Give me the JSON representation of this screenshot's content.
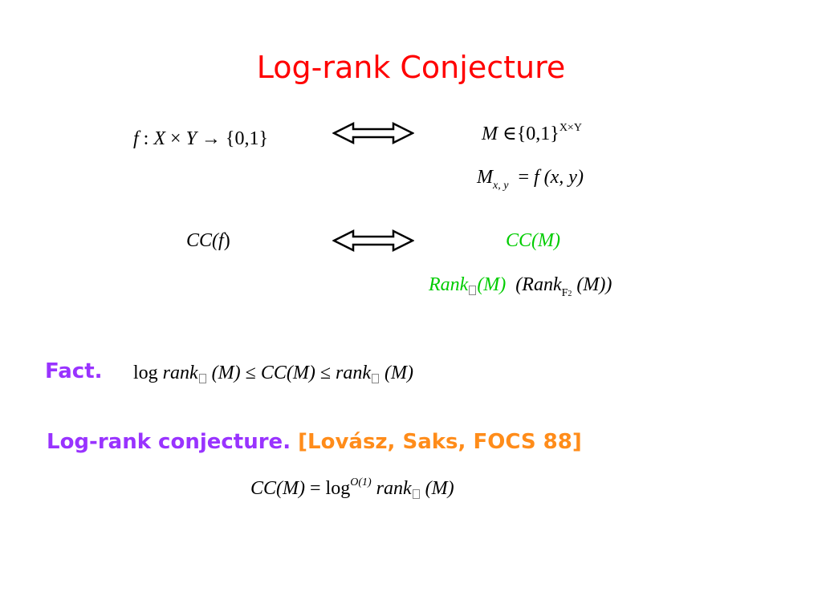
{
  "title": "Log-rank Conjecture",
  "colors": {
    "title": "#ff0000",
    "green": "#00cc00",
    "purple": "#9933ff",
    "orange": "#ff8c1a"
  },
  "row1": {
    "left": {
      "f": "f",
      "colon": ":",
      "X": "X",
      "times": "×",
      "Y": "Y",
      "arrow": "→",
      "set": "{0,1}"
    },
    "right": {
      "M": "M",
      "in": "∈",
      "set": "{0,1}",
      "exp": "X×Y"
    },
    "entry": {
      "M": "M",
      "sub": "x, y",
      "eq": "=",
      "f": "f",
      "args": "(x, y)"
    }
  },
  "row2": {
    "left": {
      "cc": "CC(",
      "f": "f",
      "close": ")"
    },
    "right": {
      "cc": "CC(M)"
    },
    "rank": {
      "rank": "Rank",
      "arg": "(M)",
      "open": "(Rank",
      "sub": "F",
      "sub2": "2",
      "close": "(M))"
    }
  },
  "fact": {
    "label": "Fact.",
    "expr": {
      "log": "log",
      "rank1": "rank",
      "arg1": "(M)",
      "le1": "≤",
      "cc": "CC(M)",
      "le2": "≤",
      "rank2": "rank",
      "arg2": "(M)"
    }
  },
  "conjecture": {
    "label": "Log-rank conjecture.",
    "citation": "[Lovász, Saks, FOCS 88]",
    "expr": {
      "cc": "CC(M)",
      "eq": "=",
      "log": "log",
      "exp": "O(1)",
      "rank": "rank",
      "arg": "(M)"
    }
  }
}
